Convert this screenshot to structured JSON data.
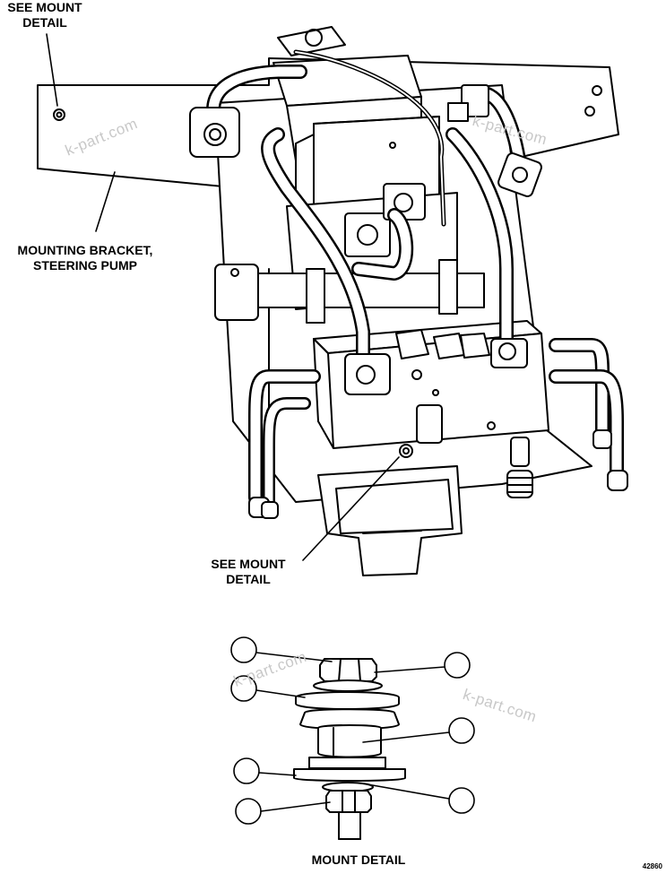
{
  "labels": {
    "mount_top": [
      "SEE MOUNT",
      "DETAIL"
    ],
    "bracket": [
      "MOUNTING BRACKET,",
      "STEERING PUMP"
    ],
    "mount_mid": [
      "SEE MOUNT",
      "DETAIL"
    ],
    "mount_detail": "MOUNT DETAIL"
  },
  "watermarks": [
    "k-part.com",
    "k-part.com",
    "k-part.com",
    "k-part.com"
  ],
  "figure_number": "42860",
  "colors": {
    "ink": "#000000",
    "background": "#ffffff",
    "watermark": "#c8c8c8"
  }
}
